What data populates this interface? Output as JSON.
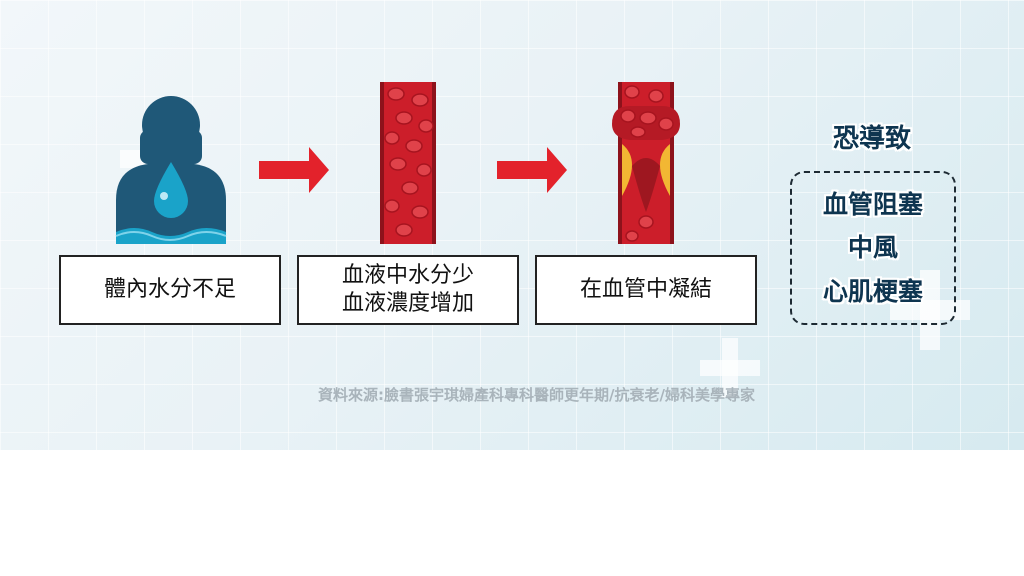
{
  "steps": [
    {
      "lines": [
        "體內水分不足"
      ]
    },
    {
      "lines": [
        "血液中水分少",
        "血液濃度增加"
      ]
    },
    {
      "lines": [
        "在血管中凝結"
      ]
    }
  ],
  "result": {
    "heading": "恐導致",
    "items": [
      "血管阻塞",
      "中風",
      "心肌梗塞"
    ]
  },
  "source": "資料來源:臉書張宇琪婦產科專科醫師更年期/抗衰老/婦科美學專家",
  "colors": {
    "person": "#1f5878",
    "water": "#1aa3c9",
    "arrow": "#e3222b",
    "vessel": "#cc1e2a",
    "cell": "#e0424a",
    "plaque": "#f2b733",
    "text_dark": "#0e3550"
  }
}
